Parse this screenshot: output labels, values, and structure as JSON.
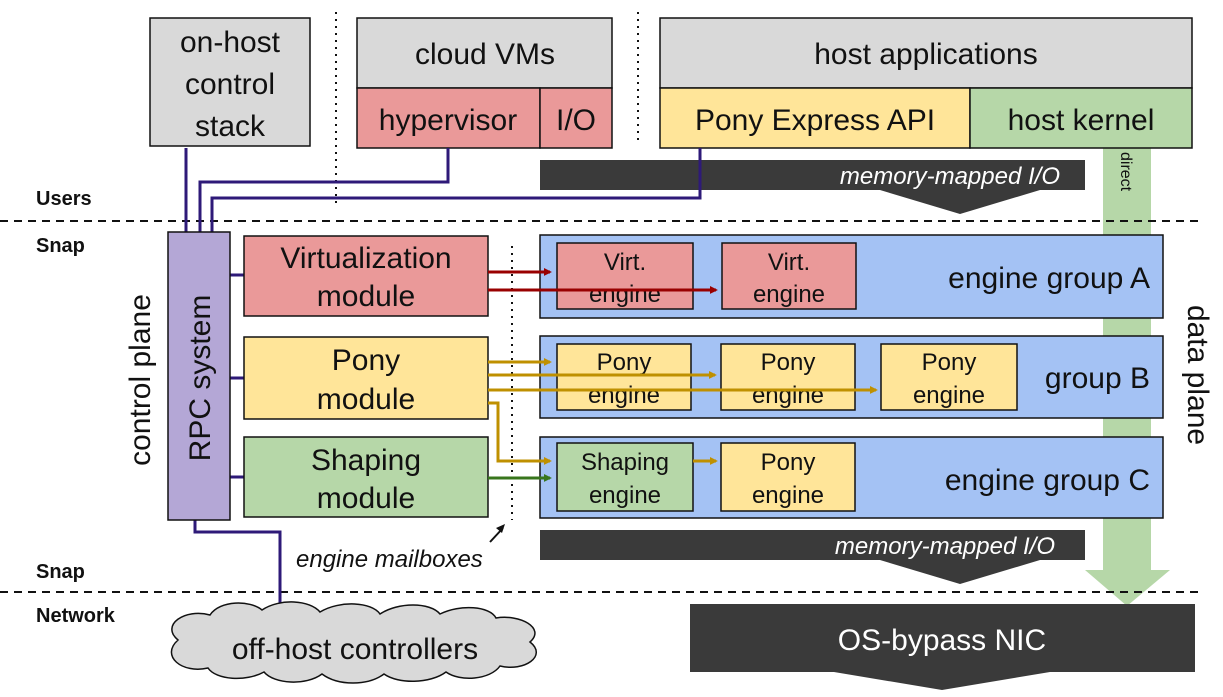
{
  "colors": {
    "gray": "#d9d9d9",
    "red": "#ea9999",
    "yellow": "#ffe599",
    "green": "#b6d7a8",
    "blue": "#a4c2f4",
    "purple": "#b4a7d6",
    "dark": "#3a3a3a",
    "wire": "#2e1a78",
    "arrow_red": "#990000",
    "arrow_gold": "#bf9000",
    "arrow_green": "#38761d",
    "direct_arrow": "#b6d7a8"
  },
  "top": {
    "onhost": [
      "on-host",
      "control",
      "stack"
    ],
    "cloud_vms": "cloud VMs",
    "hypervisor": "hypervisor",
    "io": "I/O",
    "host_apps": "host applications",
    "pony_api": "Pony Express API",
    "host_kernel": "host kernel",
    "mmio_top": "memory-mapped I/O",
    "direct": "direct"
  },
  "layers": {
    "users": "Users",
    "snap_top": "Snap",
    "snap_bottom": "Snap",
    "network": "Network"
  },
  "side": {
    "control_plane": "control plane",
    "rpc_system": "RPC system",
    "data_plane": "data plane"
  },
  "modules": {
    "virt": [
      "Virtualization",
      "module"
    ],
    "pony": [
      "Pony",
      "module"
    ],
    "shaping": [
      "Shaping",
      "module"
    ]
  },
  "groups": {
    "a": {
      "label": "engine group A",
      "engines": [
        [
          "Virt.",
          "engine"
        ],
        [
          "Virt.",
          "engine"
        ]
      ]
    },
    "b": {
      "label": "group B",
      "engines": [
        [
          "Pony",
          "engine"
        ],
        [
          "Pony",
          "engine"
        ],
        [
          "Pony",
          "engine"
        ]
      ]
    },
    "c": {
      "label": "engine group C",
      "engines": [
        [
          "Shaping",
          "engine"
        ],
        [
          "Pony",
          "engine"
        ]
      ]
    }
  },
  "bottom": {
    "mailboxes": "engine mailboxes",
    "mmio_bottom": "memory-mapped I/O",
    "offhost": "off-host controllers",
    "nic": "OS-bypass NIC"
  }
}
